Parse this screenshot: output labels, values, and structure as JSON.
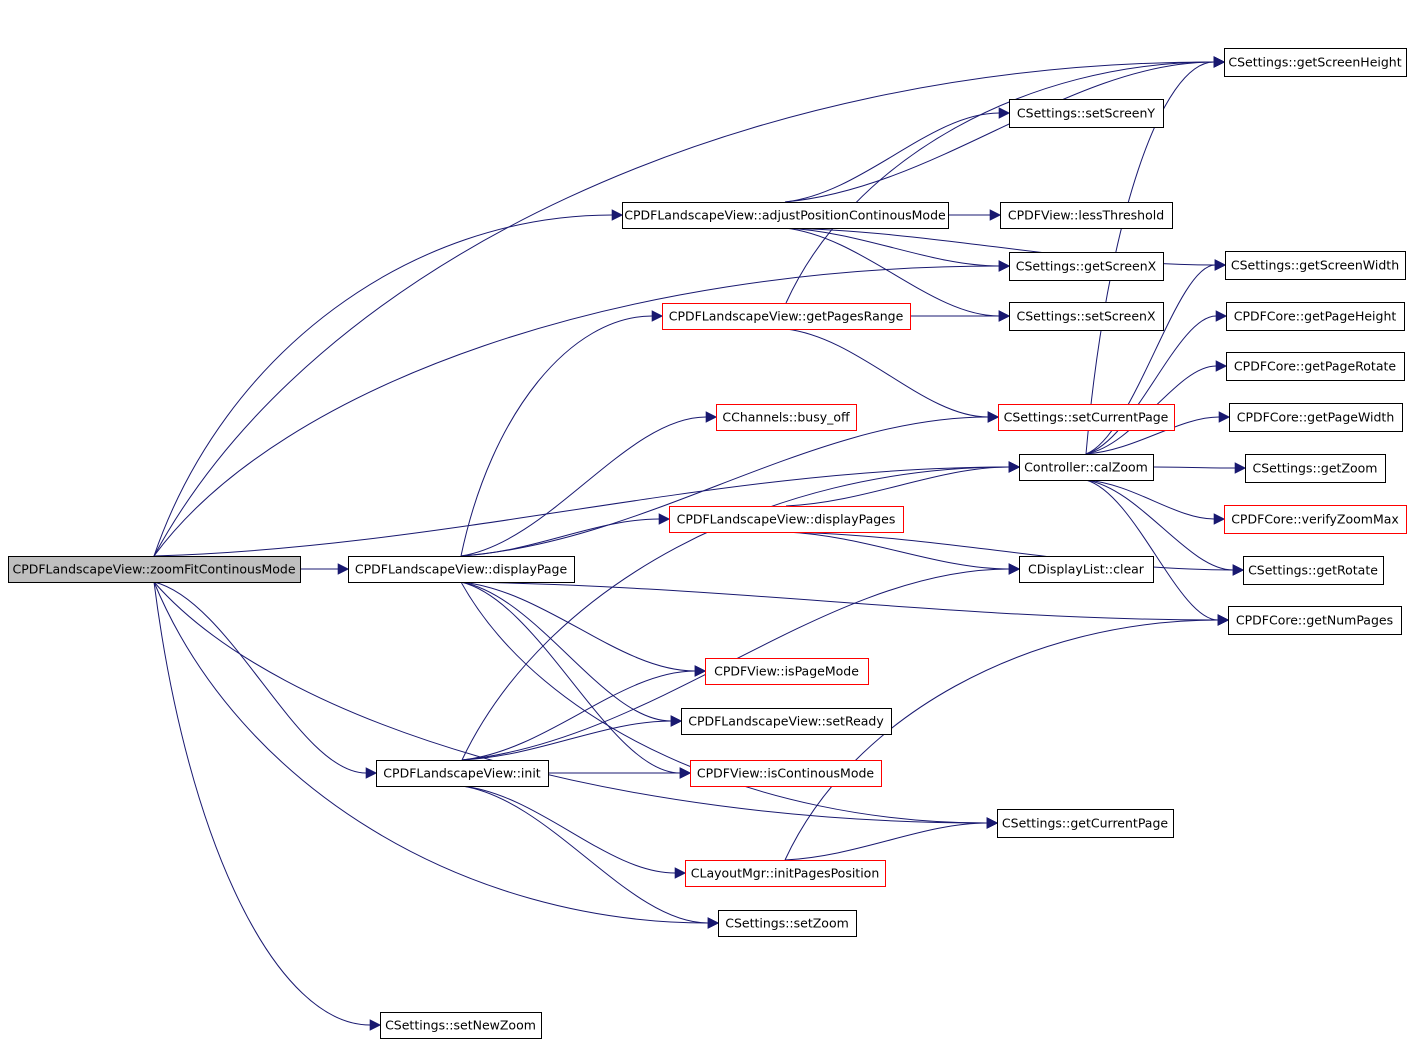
{
  "colors": {
    "edge": "#191970",
    "border_default": "#000000",
    "border_truncated": "#ff0000",
    "fill_root": "#bfbfbf",
    "fill_default": "#ffffff"
  },
  "nodes": {
    "n0": {
      "label": "CPDFLandscapeView::zoomFitContinousMode",
      "style": "root"
    },
    "n1": {
      "label": "CSettings::getScreenHeight",
      "style": "black"
    },
    "n2": {
      "label": "CSettings::setScreenY",
      "style": "black"
    },
    "n3": {
      "label": "CPDFLandscapeView::adjustPositionContinousMode",
      "style": "black"
    },
    "n4": {
      "label": "CPDFView::lessThreshold",
      "style": "black"
    },
    "n5": {
      "label": "CSettings::getScreenX",
      "style": "black"
    },
    "n6": {
      "label": "CSettings::getScreenWidth",
      "style": "black"
    },
    "n7": {
      "label": "CPDFLandscapeView::getPagesRange",
      "style": "red"
    },
    "n8": {
      "label": "CSettings::setScreenX",
      "style": "black"
    },
    "n9": {
      "label": "CPDFCore::getPageHeight",
      "style": "black"
    },
    "n10": {
      "label": "CPDFCore::getPageRotate",
      "style": "black"
    },
    "n11": {
      "label": "CChannels::busy_off",
      "style": "red"
    },
    "n12": {
      "label": "CSettings::setCurrentPage",
      "style": "red"
    },
    "n13": {
      "label": "CPDFCore::getPageWidth",
      "style": "black"
    },
    "n14": {
      "label": "Controller::calZoom",
      "style": "black"
    },
    "n15": {
      "label": "CSettings::getZoom",
      "style": "black"
    },
    "n16": {
      "label": "CPDFLandscapeView::displayPages",
      "style": "red"
    },
    "n17": {
      "label": "CPDFCore::verifyZoomMax",
      "style": "red"
    },
    "n18": {
      "label": "CPDFLandscapeView::displayPage",
      "style": "black"
    },
    "n19": {
      "label": "CDisplayList::clear",
      "style": "black"
    },
    "n20": {
      "label": "CSettings::getRotate",
      "style": "black"
    },
    "n21": {
      "label": "CPDFCore::getNumPages",
      "style": "black"
    },
    "n22": {
      "label": "CPDFView::isPageMode",
      "style": "red"
    },
    "n23": {
      "label": "CPDFLandscapeView::setReady",
      "style": "black"
    },
    "n24": {
      "label": "CPDFLandscapeView::init",
      "style": "black"
    },
    "n25": {
      "label": "CPDFView::isContinousMode",
      "style": "red"
    },
    "n26": {
      "label": "CSettings::getCurrentPage",
      "style": "black"
    },
    "n27": {
      "label": "CLayoutMgr::initPagesPosition",
      "style": "red"
    },
    "n28": {
      "label": "CSettings::setZoom",
      "style": "black"
    },
    "n29": {
      "label": "CSettings::setNewZoom",
      "style": "black"
    }
  },
  "edges": [
    [
      "n0",
      "n1"
    ],
    [
      "n0",
      "n3"
    ],
    [
      "n0",
      "n5"
    ],
    [
      "n0",
      "n14"
    ],
    [
      "n0",
      "n18"
    ],
    [
      "n0",
      "n24"
    ],
    [
      "n0",
      "n26"
    ],
    [
      "n0",
      "n28"
    ],
    [
      "n0",
      "n29"
    ],
    [
      "n3",
      "n1"
    ],
    [
      "n3",
      "n2"
    ],
    [
      "n3",
      "n4"
    ],
    [
      "n3",
      "n5"
    ],
    [
      "n3",
      "n6"
    ],
    [
      "n3",
      "n8"
    ],
    [
      "n7",
      "n8"
    ],
    [
      "n7",
      "n12"
    ],
    [
      "n7",
      "n1"
    ],
    [
      "n14",
      "n1"
    ],
    [
      "n14",
      "n6"
    ],
    [
      "n14",
      "n9"
    ],
    [
      "n14",
      "n10"
    ],
    [
      "n14",
      "n13"
    ],
    [
      "n14",
      "n15"
    ],
    [
      "n14",
      "n17"
    ],
    [
      "n14",
      "n20"
    ],
    [
      "n14",
      "n21"
    ],
    [
      "n16",
      "n14"
    ],
    [
      "n16",
      "n19"
    ],
    [
      "n16",
      "n20"
    ],
    [
      "n18",
      "n7"
    ],
    [
      "n18",
      "n11"
    ],
    [
      "n18",
      "n12"
    ],
    [
      "n18",
      "n16"
    ],
    [
      "n18",
      "n22"
    ],
    [
      "n18",
      "n23"
    ],
    [
      "n18",
      "n25"
    ],
    [
      "n18",
      "n21"
    ],
    [
      "n18",
      "n26"
    ],
    [
      "n24",
      "n22"
    ],
    [
      "n24",
      "n23"
    ],
    [
      "n24",
      "n25"
    ],
    [
      "n24",
      "n27"
    ],
    [
      "n24",
      "n28"
    ],
    [
      "n24",
      "n14"
    ],
    [
      "n24",
      "n19"
    ],
    [
      "n27",
      "n26"
    ],
    [
      "n27",
      "n21"
    ]
  ]
}
